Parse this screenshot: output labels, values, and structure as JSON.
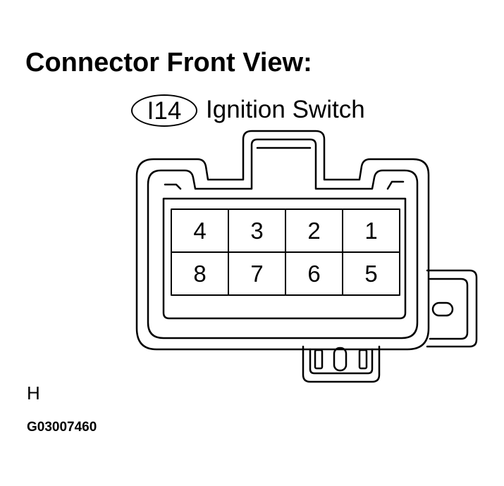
{
  "heading": "Connector Front View:",
  "connector": {
    "code": "I14",
    "name": "Ignition Switch"
  },
  "pins": {
    "top_row": [
      "4",
      "3",
      "2",
      "1"
    ],
    "bottom_row": [
      "8",
      "7",
      "6",
      "5"
    ]
  },
  "footer": {
    "ground_mark": "H",
    "figure_id": "G03007460"
  }
}
